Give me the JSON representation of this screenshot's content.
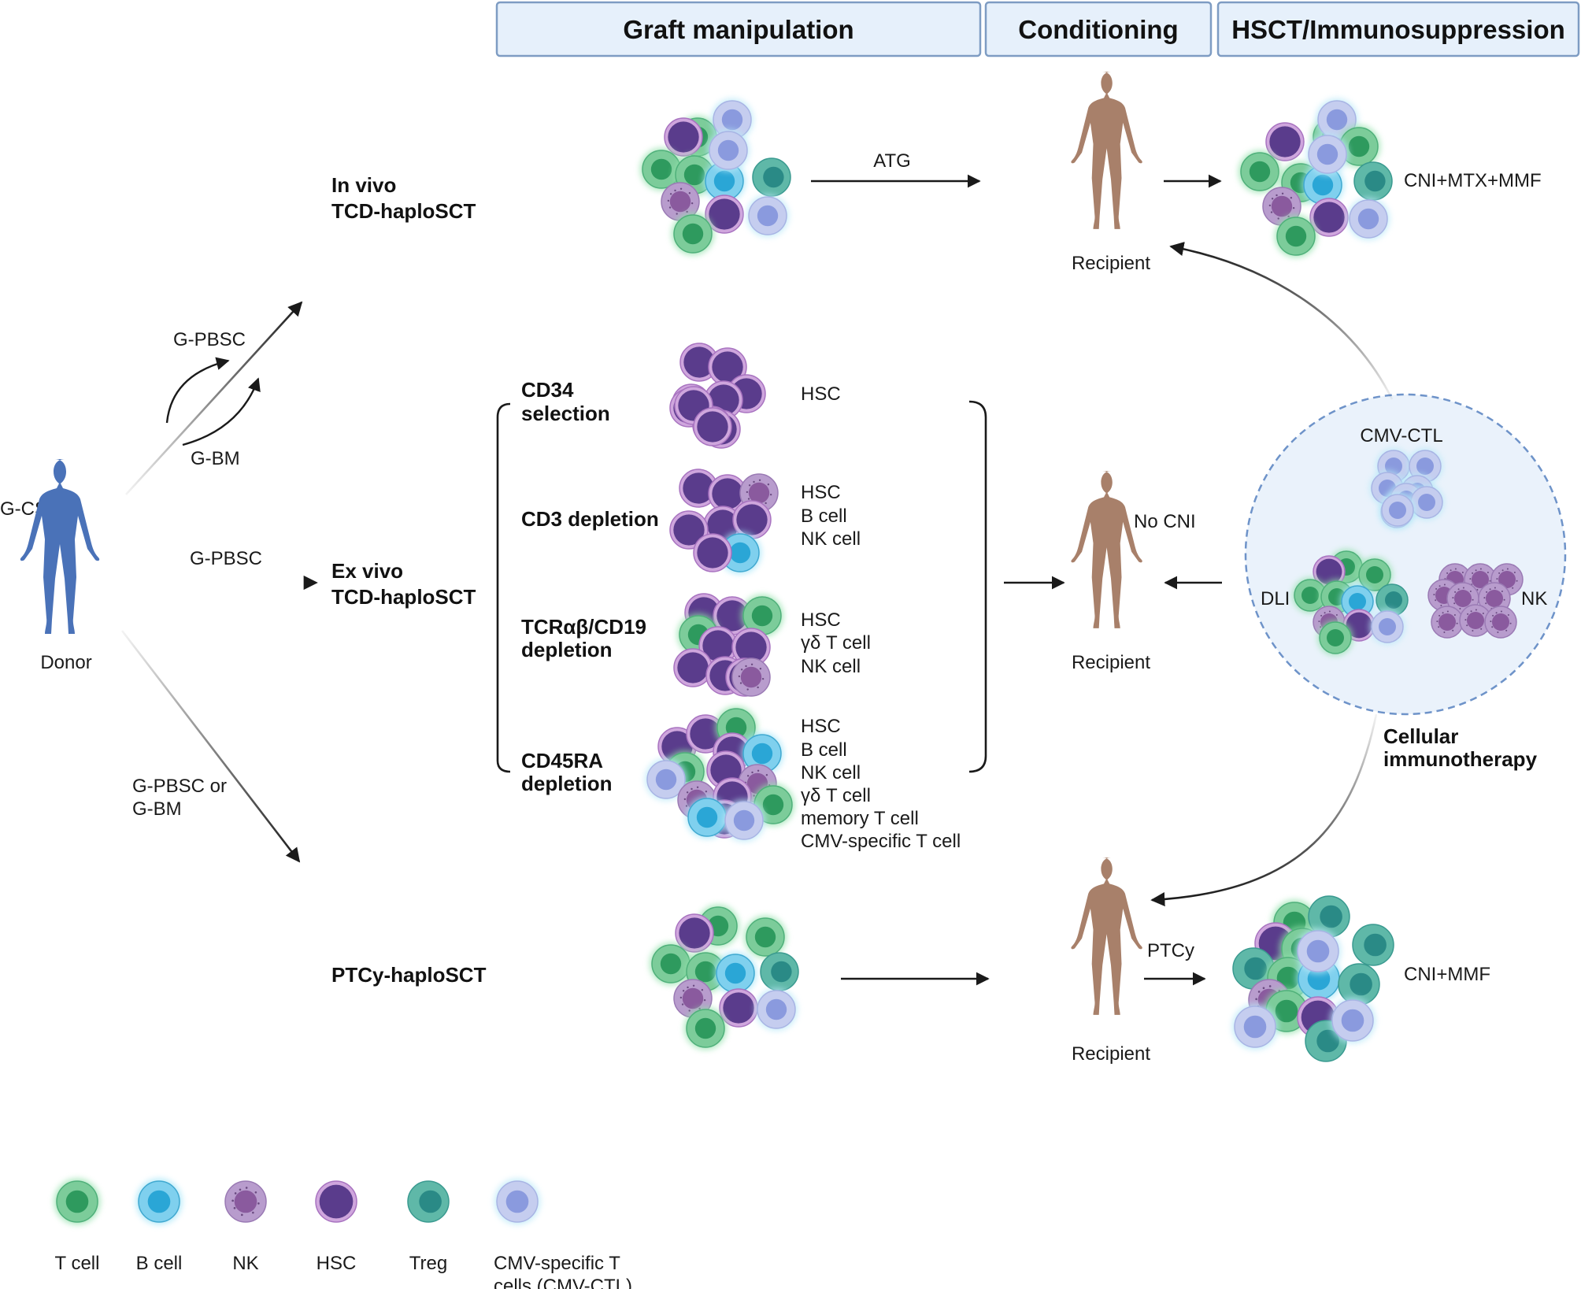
{
  "headers": {
    "graft_manipulation": "Graft manipulation",
    "conditioning": "Conditioning",
    "hsct": "HSCT/Immunosuppression"
  },
  "donor": {
    "gcsf": "G-CSF",
    "label": "Donor",
    "to_invivo_pbsc": "G-PBSC",
    "to_invivo_bm": "G-BM",
    "to_exvivo": "G-PBSC",
    "to_ptcy_line1": "G-PBSC or",
    "to_ptcy_line2": "G-BM"
  },
  "invivo": {
    "title_line1": "In vivo",
    "title_line2": "TCD-haploSCT",
    "agent": "ATG",
    "recipient": "Recipient",
    "immuno": "CNI+MTX+MMF"
  },
  "exvivo": {
    "title_line1": "Ex vivo",
    "title_line2": "TCD-haploSCT",
    "methods": [
      {
        "name_lines": [
          "CD34",
          "selection"
        ],
        "cells": [
          "HSC"
        ]
      },
      {
        "name_lines": [
          "CD3 depletion"
        ],
        "cells": [
          "HSC",
          "B cell",
          "NK cell"
        ]
      },
      {
        "name_lines": [
          "TCRαβ/CD19",
          "depletion"
        ],
        "cells": [
          "HSC",
          "γδ T cell",
          "NK cell"
        ]
      },
      {
        "name_lines": [
          "CD45RA",
          "depletion"
        ],
        "cells": [
          "HSC",
          "B cell",
          "NK cell",
          "γδ T cell",
          "memory T cell",
          "CMV-specific T cell"
        ]
      }
    ],
    "recipient": "Recipient",
    "no_cni": "No CNI"
  },
  "cellular": {
    "cmv_ctl": "CMV-CTL",
    "dli": "DLI",
    "nk": "NK",
    "title_line1": "Cellular",
    "title_line2": "immunotherapy"
  },
  "ptcy": {
    "title": "PTCy-haploSCT",
    "recipient": "Recipient",
    "agent": "PTCy",
    "immuno": "CNI+MMF"
  },
  "legend": [
    {
      "label_lines": [
        "T cell"
      ],
      "type": "tcell"
    },
    {
      "label_lines": [
        "B cell"
      ],
      "type": "bcell"
    },
    {
      "label_lines": [
        "NK"
      ],
      "type": "nk"
    },
    {
      "label_lines": [
        "HSC"
      ],
      "type": "hsc"
    },
    {
      "label_lines": [
        "Treg"
      ],
      "type": "treg"
    },
    {
      "label_lines": [
        "CMV-specific T",
        "cells  (CMV-CTL)"
      ],
      "type": "cmv"
    }
  ],
  "colors": {
    "tcell": "#2e9a5e",
    "bcell": "#2aa6d6",
    "nk": "#8a5a9e",
    "hsc": "#5a3c8c",
    "treg": "#2a8a86",
    "cmv": "#8a9ade",
    "header_fill": "#e6f0fb",
    "donor_figure": "#4a72b8",
    "recipient_figure": "#a8806a",
    "circle_fill": "#eaf2fb"
  }
}
